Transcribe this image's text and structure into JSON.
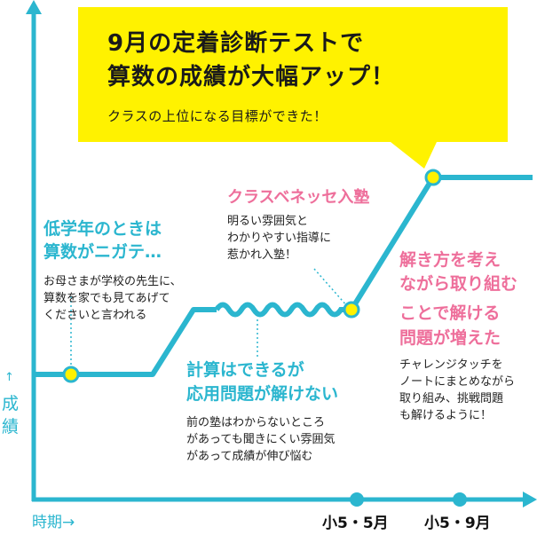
{
  "bubble": {
    "headline_line1": "9月の定着診断テストで",
    "headline_line2": "算数の成績が大幅アップ！",
    "subline": "クラスの上位になる目標ができた！",
    "color": "#fff200"
  },
  "axes": {
    "x_label": "時期→",
    "y_label_arrow": "↑",
    "y_label_line1": "成",
    "y_label_line2": "績",
    "color": "#2bb6cf"
  },
  "timeline": {
    "ticks": [
      "小5・5月",
      "小5・9月"
    ]
  },
  "annotations": {
    "early": {
      "title_line1": "低学年のときは",
      "title_line2": "算数がニガテ…",
      "body": [
        "お母さまが学校の先生に、",
        "算数を家でも見てあげて",
        "くださいと言われる"
      ]
    },
    "plateau": {
      "title_line1": "計算はできるが",
      "title_line2": "応用問題が解けない",
      "body": [
        "前の塾はわからないところ",
        "があっても聞きにくい雰囲気",
        "があって成績が伸び悩む"
      ]
    },
    "join": {
      "title": "クラスベネッセ入塾",
      "body": [
        "明るい雰囲気と",
        "わかりやすい指導に",
        "惹かれ入塾！"
      ]
    },
    "rise": {
      "title": [
        "解き方を考え",
        "ながら取り組む",
        "ことで解ける",
        "問題が増えた"
      ],
      "body": [
        "チャレンジタッチを",
        "ノートにまとめながら",
        "取り組み、挑戦問題",
        "も解けるように！"
      ]
    }
  },
  "colors": {
    "line": "#2bb6cf",
    "pink": "#ee6f9b",
    "point_fill": "#fff200"
  }
}
